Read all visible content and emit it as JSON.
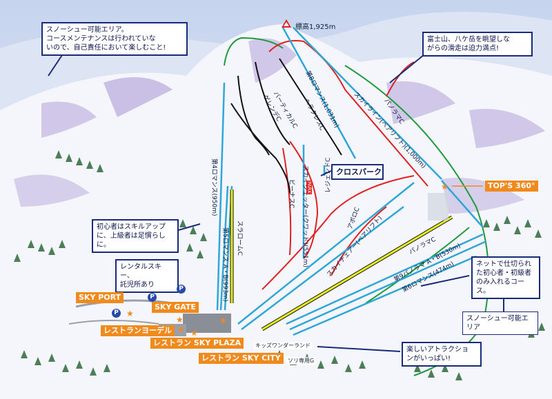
{
  "peak": {
    "label": "標高1,925m"
  },
  "callouts": {
    "snowshoe_area_top": "スノーシュー可能エリア。\nコースメンテナンスは行われていな\nいので、自己責任において楽しむこと!",
    "fuji_view": "富士山、八ケ岳を眺望しな\nがらの滑走は迫力満点!",
    "beginners_skill": "初心者はスキルアップ\nに、上級者は足慣らしに。",
    "rental": "レンタルスキー、\n託児所あり",
    "kids_net": "ネットで仕切られ\nた初心者・初級者\nのみ入れるコース。",
    "snowshoe_area_bottom": "スノーシュー可能エリア",
    "attractions": "楽しいアトラクショ\nンがいっぱい!",
    "cross_park": "クロスパーク"
  },
  "facilities": {
    "sky_port": "SKY PORT",
    "sky_gate": "SKY GATE",
    "yodel": "レストランヨーデル",
    "sky_plaza": "レストラン SKY PLAZA",
    "sky_city": "レストラン SKY CITY",
    "tops": "TOP'S 360°"
  },
  "parking": {
    "p1": "P",
    "p2": "P",
    "p3": "P"
  },
  "small_labels": {
    "kids_land": "キッズワンダーランド",
    "sled": "ソリ専用G",
    "park": "PARK"
  },
  "courses": {
    "romance4": "第4ロマンス(950m)",
    "romance5": "第5ロマンス A・B(993m)",
    "slalom": "スラロームC",
    "venus": "ビーナスC",
    "skyjet": "スカイジェッター(クワッド)(551m)",
    "legend": "レジェンドC",
    "apollo": "アポロC",
    "skychair": "スカイチェアー(ペアリフト)",
    "panorama9": "第9パノラマ A・B(530m)",
    "romance6": "第6ロマンス(474m)",
    "panoramaC": "パノラマC",
    "vertical": "バーティカルC",
    "gerande": "ゲレンデC",
    "romance8": "第8ロマンス(1,031m)",
    "hercules": "ヘラクレスC",
    "panoramaC2": "パノラマC",
    "skyline": "スカイライン(ペアリフト)(1,000m)"
  },
  "colors": {
    "lift": "#2fa6d8",
    "course_red": "#e02020",
    "course_black": "#111111",
    "course_green": "#1e9a3a",
    "course_yellow": "#e8f020",
    "callout_border": "#1a2a7a",
    "facility": "#f08a1c"
  }
}
